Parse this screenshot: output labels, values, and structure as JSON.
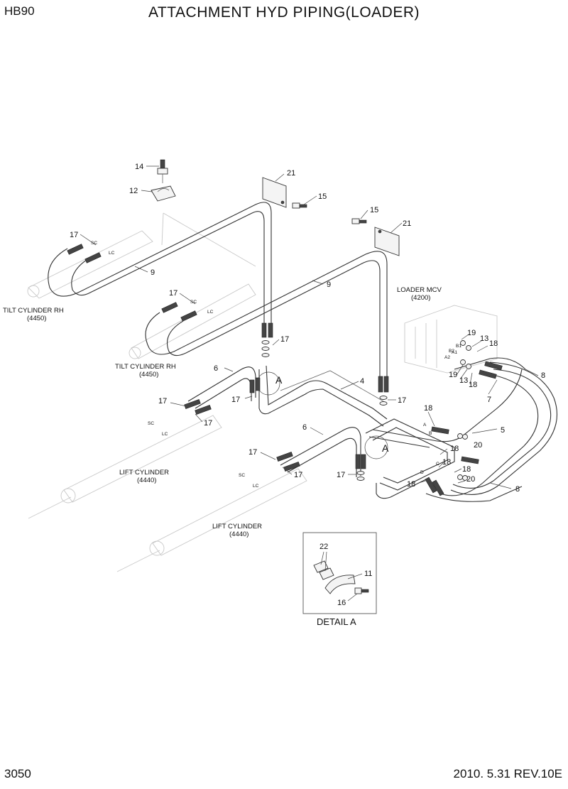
{
  "header": {
    "model": "HB90",
    "title": "ATTACHMENT HYD PIPING(LOADER)"
  },
  "footer": {
    "page": "3050",
    "date_rev": "2010. 5.31  REV.10E"
  },
  "labels": {
    "tilt_rh_1": "TILT CYLINDER RH",
    "tilt_rh_1_code": "(4450)",
    "tilt_rh_2": "TILT CYLINDER RH",
    "tilt_rh_2_code": "(4450)",
    "lift_1": "LIFT CYLINDER",
    "lift_1_code": "(4440)",
    "lift_2": "LIFT CYLINDER",
    "lift_2_code": "(4440)",
    "mcv": "LOADER MCV",
    "mcv_code": "(4200)",
    "detail": "DETAIL A",
    "sc": "SC",
    "lc": "LC",
    "ref_a": "A",
    "port_a": "A",
    "port_b": "B",
    "port_c": "C",
    "port_d": "D",
    "port_a1": "A1",
    "port_a2": "A2",
    "port_b1": "B1",
    "port_b2": "B2"
  },
  "callouts": {
    "p4": "4",
    "p5": "5",
    "p6": "6",
    "p7": "7",
    "p8": "8",
    "p9": "9",
    "p11": "11",
    "p12": "12",
    "p13": "13",
    "p14": "14",
    "p15": "15",
    "p16": "16",
    "p17": "17",
    "p18": "18",
    "p19": "19",
    "p20": "20",
    "p21": "21",
    "p22": "22"
  }
}
